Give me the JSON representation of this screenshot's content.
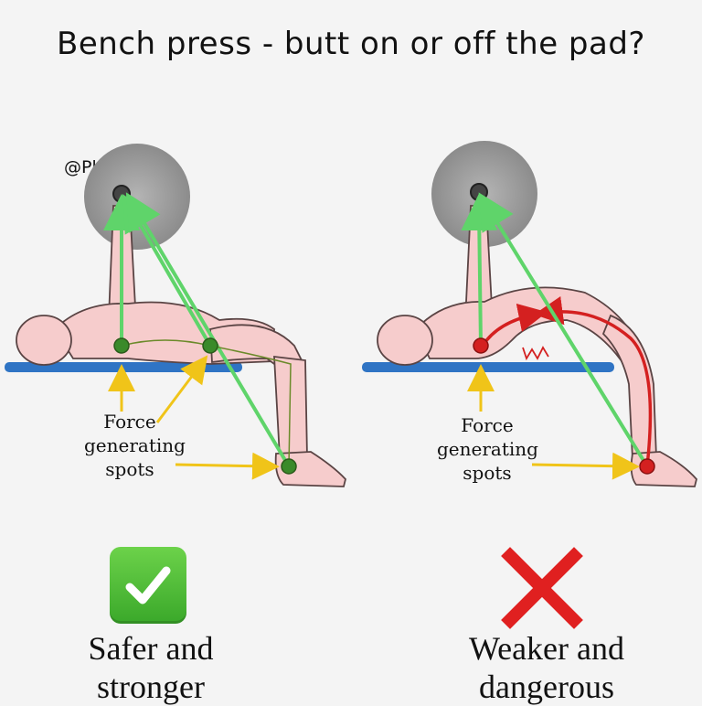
{
  "title": "Bench press - butt on or off the pad?",
  "watermark": "@Pheasyque",
  "left_panel": {
    "force_label": [
      "Force",
      "generating",
      "spots"
    ],
    "caption": [
      "Safer and",
      "stronger"
    ],
    "verdict_icon": "check-icon"
  },
  "right_panel": {
    "force_label": [
      "Force",
      "generating",
      "spots"
    ],
    "caption": [
      "Weaker and",
      "dangerous"
    ],
    "verdict_icon": "cross-icon"
  },
  "colors": {
    "skin": "#f6cccc",
    "outline": "#5a4444",
    "bench": "#2f74c4",
    "force_line": "#5fd46a",
    "spot_good": "#3a8a2a",
    "spot_bad": "#d42020",
    "arrow_yellow": "#f0c419",
    "plate": "#9a9a9a"
  }
}
